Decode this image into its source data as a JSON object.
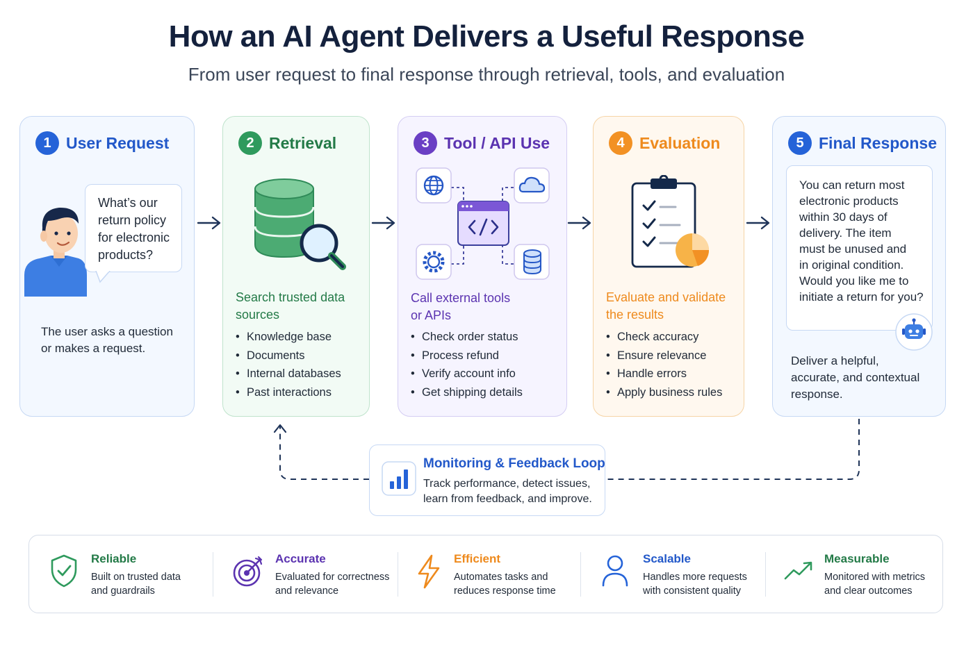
{
  "title": "How an AI Agent Delivers a Useful Response",
  "subtitle": "From user request to final response through retrieval, tools, and evaluation",
  "steps": [
    {
      "number": "1",
      "title": "User Request",
      "bubble": [
        "What’s our",
        "return policy",
        "for electronic",
        "products?"
      ],
      "description": [
        "The user asks a question",
        "or makes a request."
      ]
    },
    {
      "number": "2",
      "title": "Retrieval",
      "subtitle": [
        "Search trusted data",
        "sources"
      ],
      "items": [
        "Knowledge base",
        "Documents",
        "Internal databases",
        "Past interactions"
      ]
    },
    {
      "number": "3",
      "title": "Tool / API Use",
      "subtitle": [
        "Call external tools",
        "or APIs"
      ],
      "items": [
        "Check order status",
        "Process refund",
        "Verify account info",
        "Get shipping details"
      ]
    },
    {
      "number": "4",
      "title": "Evaluation",
      "subtitle": [
        "Evaluate and validate",
        "the results"
      ],
      "items": [
        "Check accuracy",
        "Ensure relevance",
        "Handle errors",
        "Apply business rules"
      ]
    },
    {
      "number": "5",
      "title": "Final Response",
      "response": [
        "You can return most",
        "electronic products",
        "within 30 days of",
        "delivery. The item",
        "must be unused and",
        "in original condition.",
        "Would you like me to",
        "initiate a return for you?"
      ],
      "description": [
        "Deliver a helpful,",
        "accurate, and contextual",
        "response."
      ]
    }
  ],
  "monitoring": {
    "title": "Monitoring & Feedback Loop",
    "description": [
      "Track performance, detect issues,",
      "learn from feedback, and improve."
    ]
  },
  "features": [
    {
      "title": "Reliable",
      "description": [
        "Built on trusted data",
        "and guardrails"
      ],
      "icon": "shield-check-icon",
      "color": "#2f9a5d"
    },
    {
      "title": "Accurate",
      "description": [
        "Evaluated for correctness",
        "and relevance"
      ],
      "icon": "target-icon",
      "color": "#5b33b0"
    },
    {
      "title": "Efficient",
      "description": [
        "Automates tasks and",
        "reduces response time"
      ],
      "icon": "lightning-icon",
      "color": "#ee8a1d"
    },
    {
      "title": "Scalable",
      "description": [
        "Handles more requests",
        "with consistent quality"
      ],
      "icon": "user-icon",
      "color": "#2258c9"
    },
    {
      "title": "Measurable",
      "description": [
        "Monitored with metrics",
        "and clear outcomes"
      ],
      "icon": "trend-up-icon",
      "color": "#237a47"
    }
  ],
  "colors": {
    "blue": "#2563d8",
    "green": "#2f9a5d",
    "purple": "#6a3fc4",
    "orange": "#f29124",
    "navy": "#14213d"
  }
}
